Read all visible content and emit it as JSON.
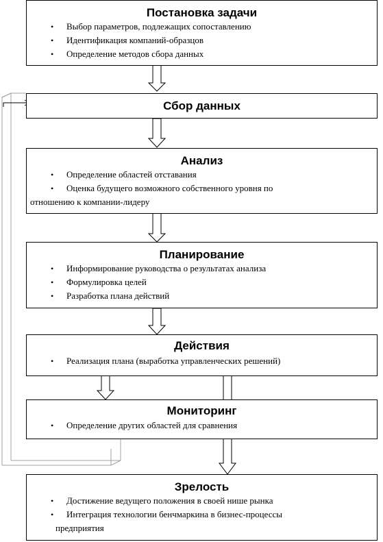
{
  "steps": [
    {
      "title": "Постановка задачи",
      "items": [
        "Выбор параметров, подлежащих сопоставлению",
        "Идентификация компаний-образцов",
        "Определение методов сбора данных"
      ]
    },
    {
      "title": "Сбор данных",
      "items": []
    },
    {
      "title": "Анализ",
      "items": [
        "Определение областей отставания",
        "Оценка будущего возможного собственного уровня по",
        "отношению к компании-лидеру"
      ]
    },
    {
      "title": "Планирование",
      "items": [
        "Информирование руководства о результатах анализа",
        "Формулировка целей",
        "Разработка плана действий"
      ]
    },
    {
      "title": "Действия",
      "items": [
        "Реализация плана (выработка управленческих решений)"
      ]
    },
    {
      "title": "Мониторинг",
      "items": [
        "Определение других областей для сравнения"
      ]
    },
    {
      "title": "Зрелость",
      "items": [
        "Достижение ведущего положения в своей нише рынка",
        "Интеграция технологии бенчмаркина в бизнес-процессы",
        "предприятия"
      ]
    }
  ]
}
